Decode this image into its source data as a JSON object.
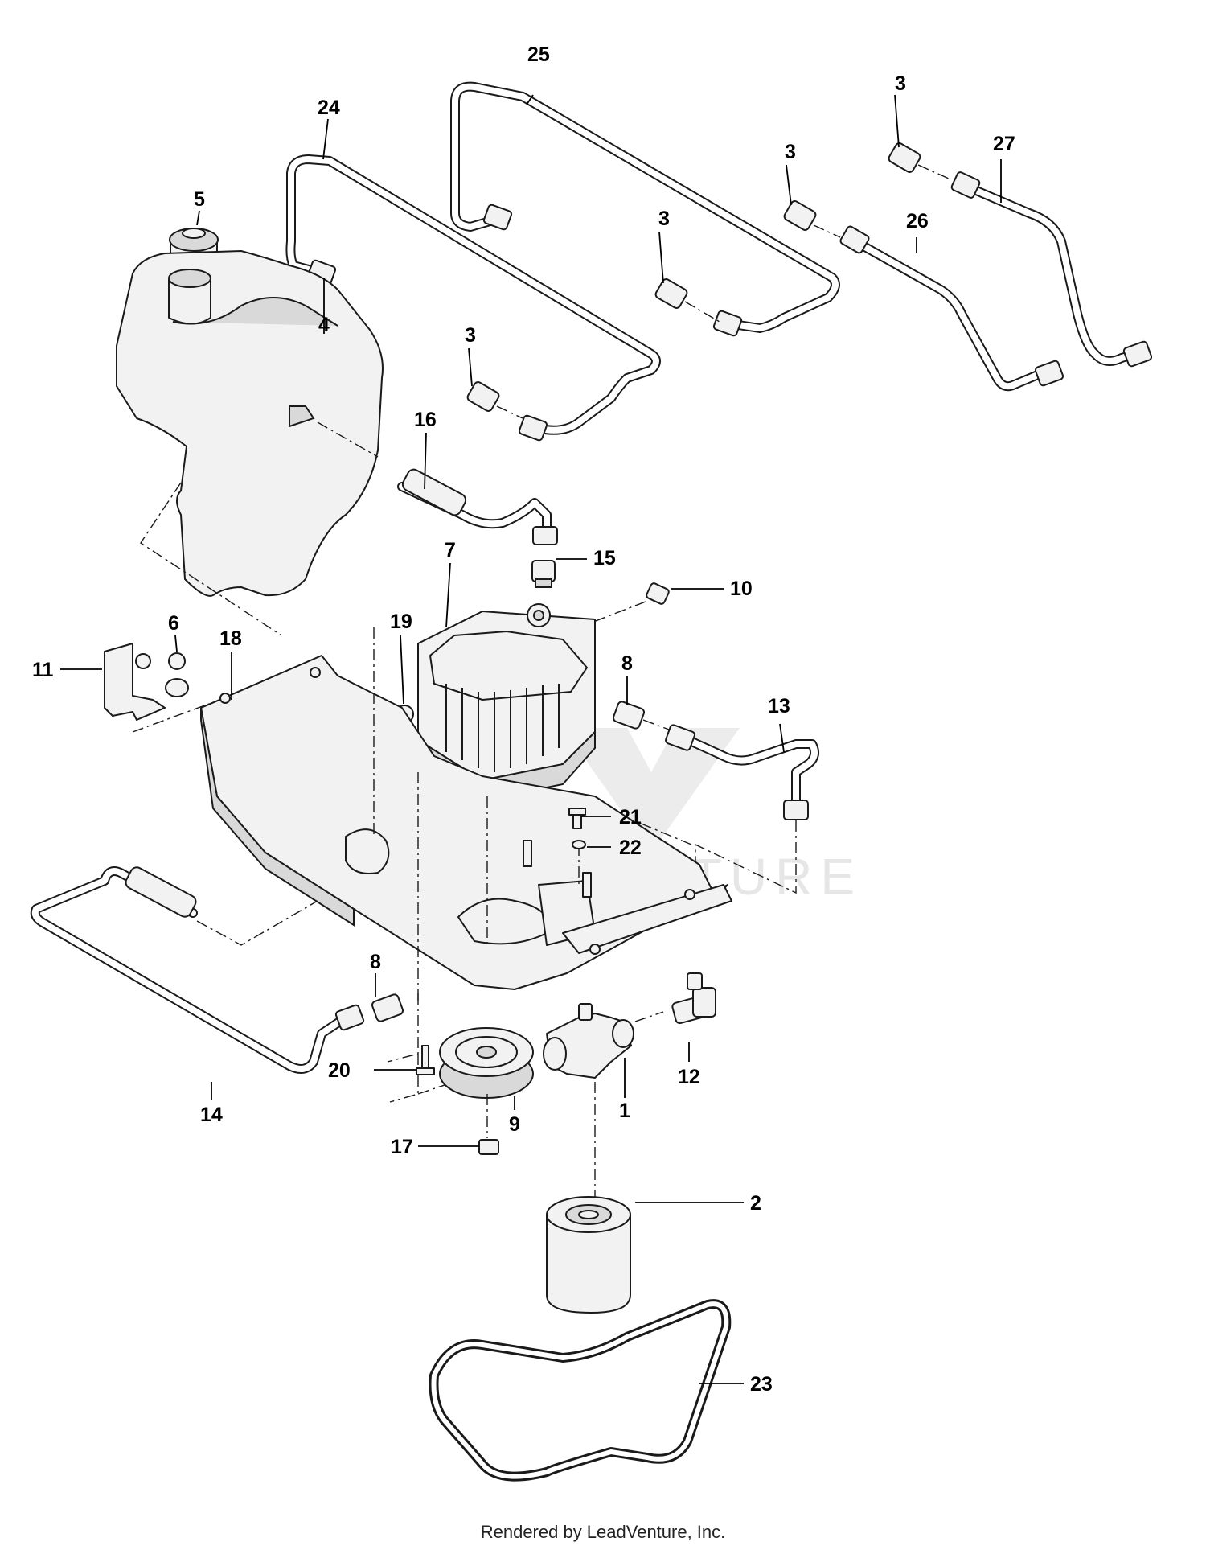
{
  "watermark": {
    "text": "LEADVENTURE"
  },
  "footer": {
    "credit": "Rendered by LeadVenture, Inc."
  },
  "callouts": [
    "1",
    "2",
    "3",
    "4",
    "5",
    "6",
    "7",
    "8",
    "9",
    "10",
    "11",
    "12",
    "13",
    "14",
    "15",
    "16",
    "17",
    "18",
    "19",
    "20",
    "21",
    "22",
    "23",
    "24",
    "25",
    "26",
    "27"
  ],
  "colors": {
    "line": "#1a1a1a",
    "fill": "#f2f2f2",
    "watermark": "#e6e6e6"
  }
}
